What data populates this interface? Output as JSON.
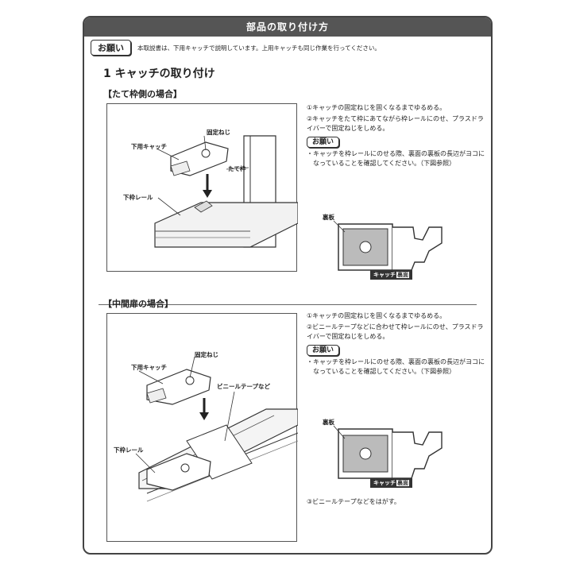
{
  "header": {
    "title": "部品の取り付け方"
  },
  "notice": {
    "badge": "お願い",
    "text": "本取説書は、下用キャッチで説明しています。上用キャッチも同じ作業を行ってください。"
  },
  "step": {
    "title": "1 キャッチの取り付け"
  },
  "section1": {
    "title": "【たて枠側の場合】",
    "labels": {
      "screw": "固定ねじ",
      "lower_catch": "下用キャッチ",
      "vertical_frame": "たて枠",
      "lower_rail": "下枠レール"
    },
    "steps": [
      "①キャッチの固定ねじを固くなるまでゆるめる。",
      "②キャッチをたて枠にあてながら枠レールにのせ、プラスドライバーで固定ねじをしめる。"
    ],
    "note_badge": "お願い",
    "note": "・キャッチを枠レールにのせる際、裏面の裏板の長辺がヨコになっていることを確認してください。（下図参照）",
    "detail_label": "裏板",
    "detail_tag": "キャッチ",
    "detail_tag_inv": "裏面"
  },
  "section2": {
    "title": "【中間扉の場合】",
    "labels": {
      "screw": "固定ねじ",
      "lower_catch": "下用キャッチ",
      "tape": "ビニールテープなど",
      "lower_rail": "下枠レール"
    },
    "steps": [
      "①キャッチの固定ねじを固くなるまでゆるめる。",
      "②ビニールテープなどに合わせて枠レールにのせ、プラスドライバーで固定ねじをしめる。"
    ],
    "note_badge": "お願い",
    "note": "・キャッチを枠レールにのせる際、裏面の裏板の長辺がヨコになっていることを確認してください。（下図参照）",
    "detail_label": "裏板",
    "detail_tag": "キャッチ",
    "detail_tag_inv": "裏面",
    "final_step": "③ビニールテープなどをはがす。"
  }
}
